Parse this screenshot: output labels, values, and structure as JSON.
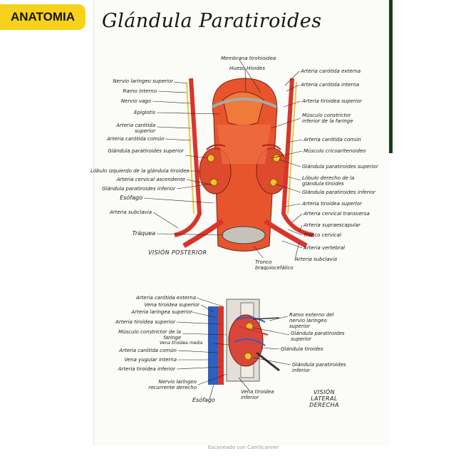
{
  "badge": "ANATOMIA",
  "title": "Glándula Paratiroides",
  "posterior": {
    "caption": "VISIÓN POSTERIOR",
    "labels_top": [
      "Membrana tirohioidea",
      "Hueso Hioides"
    ],
    "labels_left": [
      "Nervio laríngeo superior",
      "Ramo interno",
      "Nervio vago",
      "Epiglotis",
      "Arteria carótida superior",
      "Arteria carótida común",
      "Glándula paratiroides superior",
      "Lóbulo izquierdo de la glándula tiroides",
      "Arteria cervical ascendente",
      "Glándula paratiroides inferior",
      "Esófago",
      "Arteria subclavia",
      "Tráquea"
    ],
    "labels_right": [
      "Arteria carótida externa",
      "Arteria carótida interna",
      "Arteria tiroidea superior",
      "Músculo constrictor inferior de la faringe",
      "Arteria carótida común",
      "Músculo cricoaritenoideo",
      "Glándula paratiroides superior",
      "Lóbulo derecho de la glándula tiroides",
      "Glándula paratiroides inferior",
      "Arteria tiroidea superior",
      "Arteria cervical transversa",
      "Arteria supraescapular",
      "Tronco cervical",
      "Arteria vertebral",
      "Arteria subclavia"
    ],
    "label_bottom": "Tronco braquiocefálico"
  },
  "lateral": {
    "caption": "VISIÓN LATERAL DERECHA",
    "labels_left": [
      "Arteria carótida externa",
      "Vena tiroidea superior",
      "Arteria laríngea superior",
      "Arteria tiroidea superior",
      "Músculo constrictor de la faringe",
      "Vena tiroidea media",
      "Arteria carótida común",
      "Vena yugular interna",
      "Arteria tiroidea inferior",
      "Nervio laríngeo recurrente derecho"
    ],
    "labels_right": [
      "Ramo externo del nervio laríngeo superior",
      "Glándula paratiroides superior",
      "Glándula tiroides",
      "Glándula paratiroides inferior"
    ],
    "labels_bottom": [
      "Esófago",
      "Vena tiroidea inferior"
    ]
  },
  "footer": "Escaneado con CamScanner",
  "colors": {
    "badge": "#f7d21a",
    "artery": "#d8352a",
    "gland": "#e8662a",
    "vein": "#2f5fc0",
    "nerve": "#e9c84a"
  }
}
